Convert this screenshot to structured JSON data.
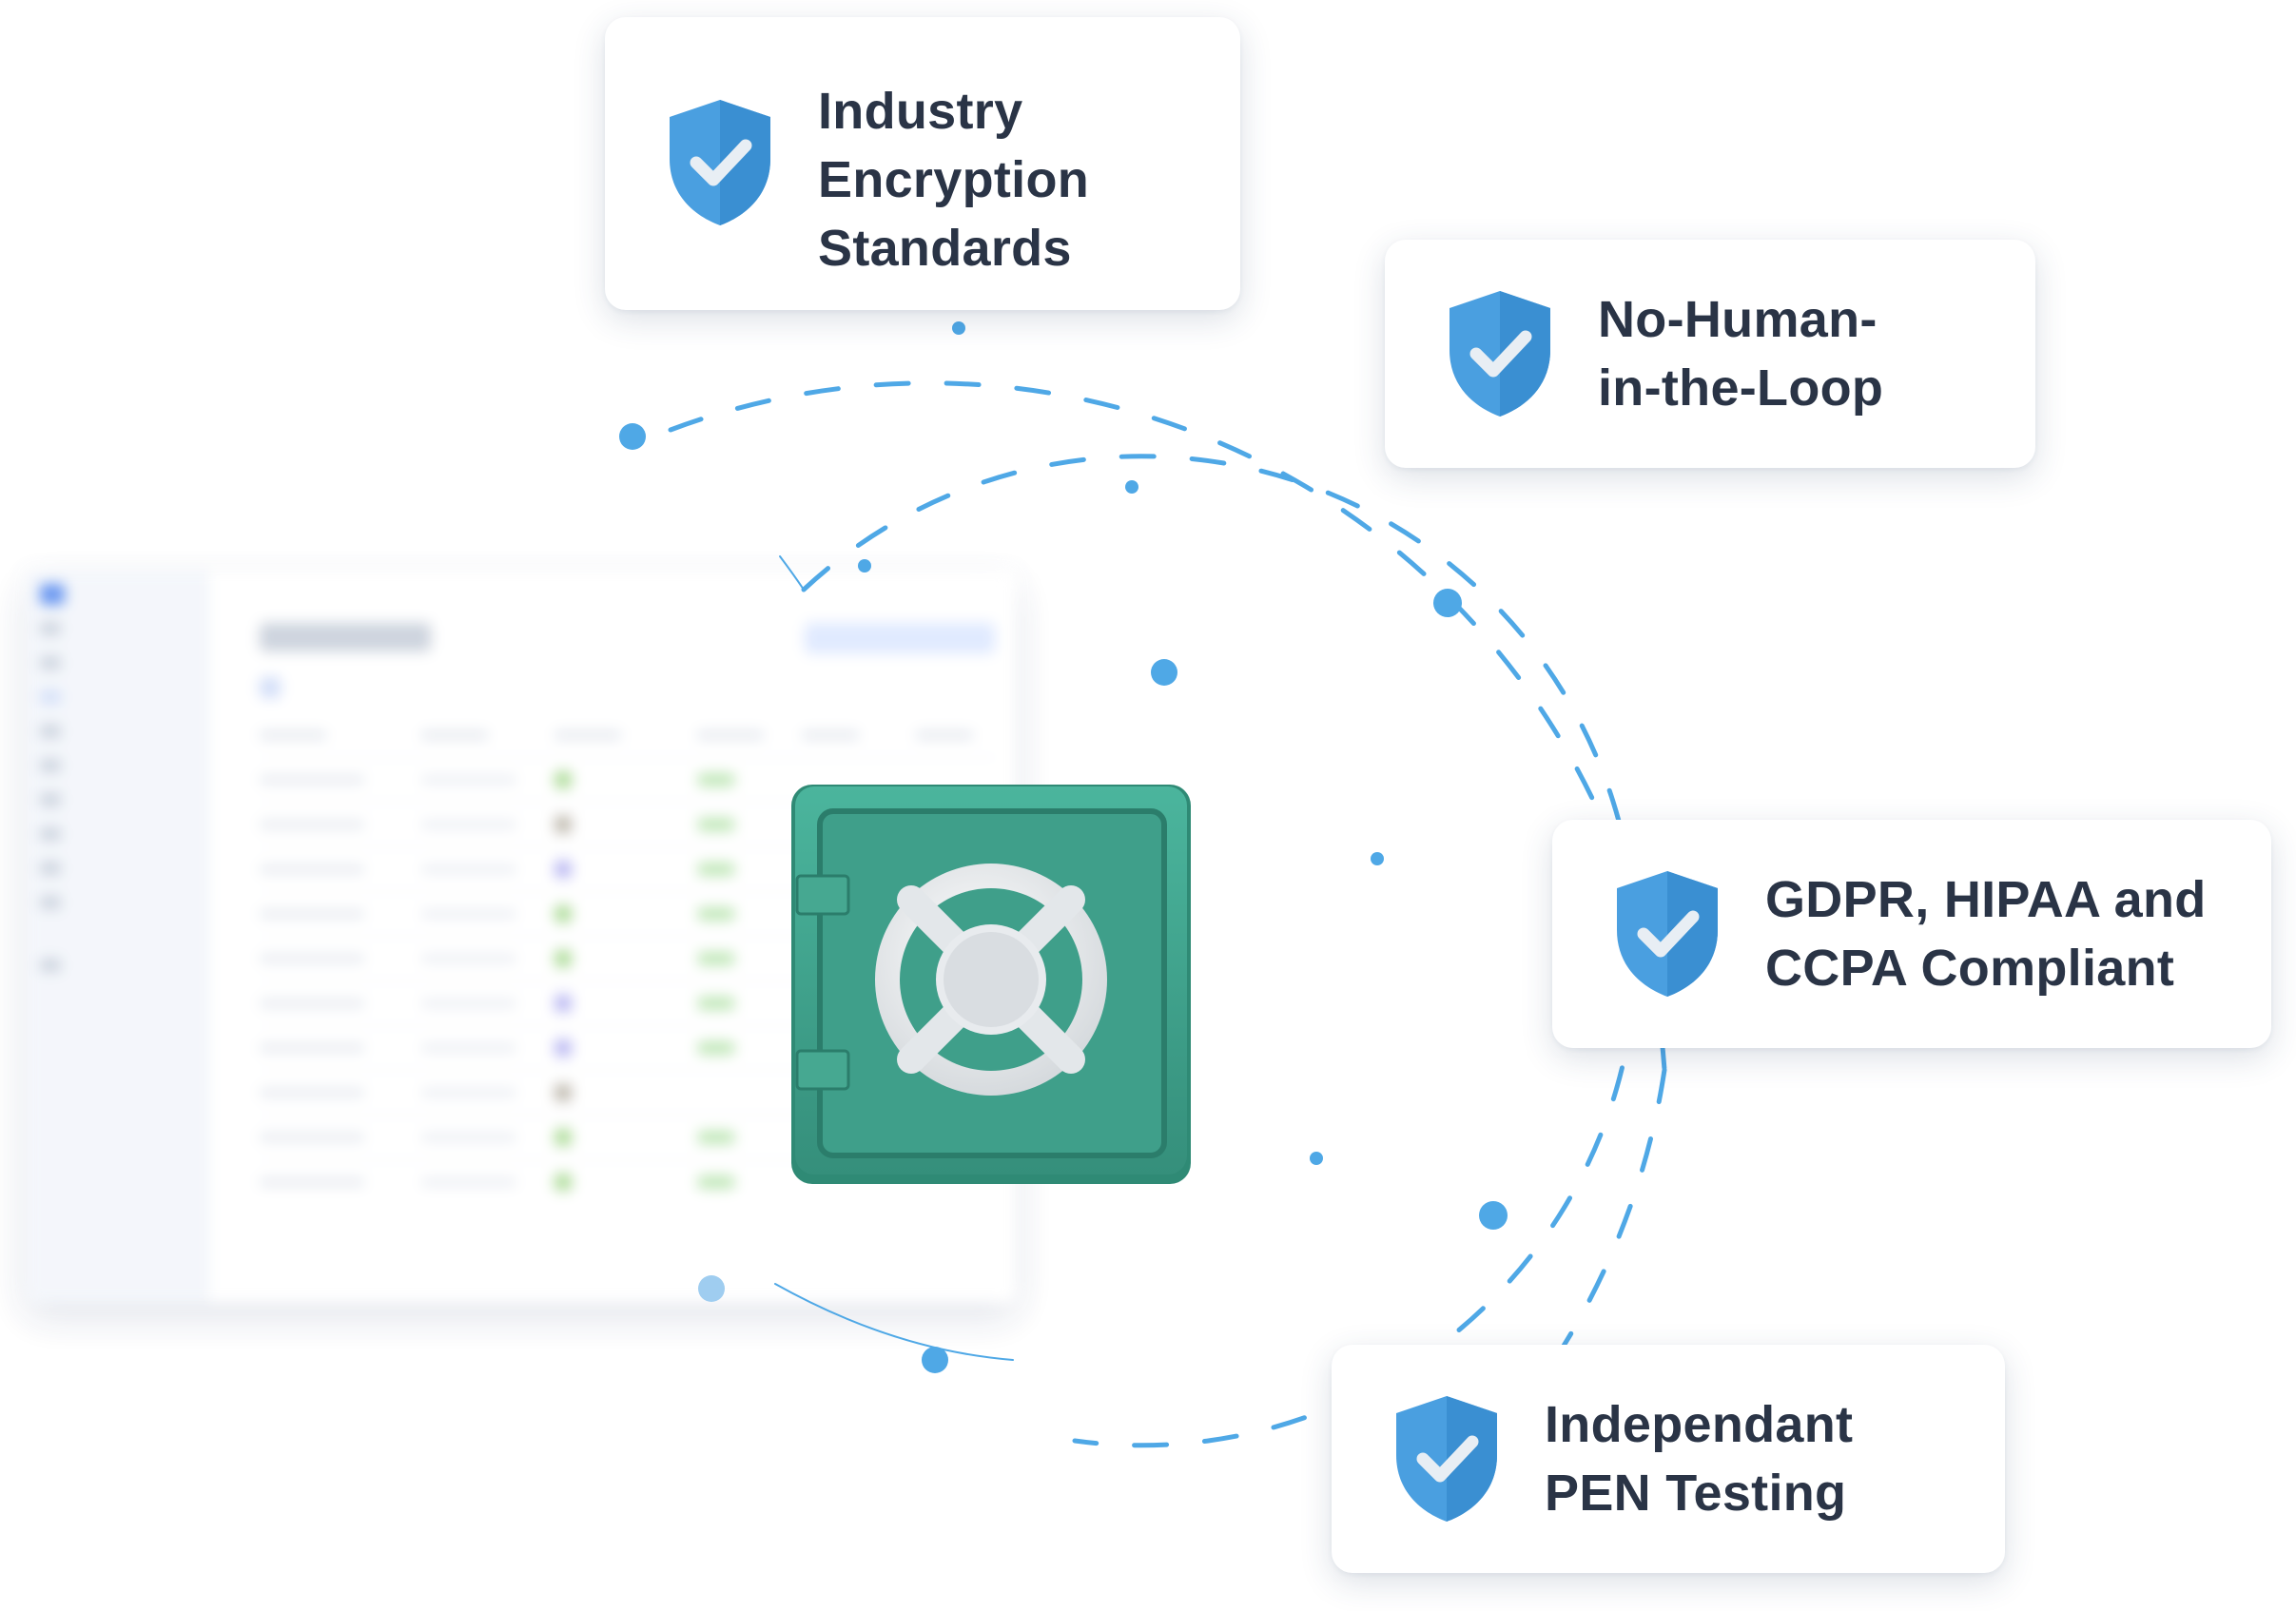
{
  "features": [
    {
      "label": "Industry\nEncryption\nStandards",
      "icon": "shield-check-icon"
    },
    {
      "label": "No-Human-\nin-the-Loop",
      "icon": "shield-check-icon"
    },
    {
      "label": "GDPR, HIPAA and\nCCPA Compliant",
      "icon": "shield-check-icon"
    },
    {
      "label": "Independant\nPEN Testing",
      "icon": "shield-check-icon"
    }
  ],
  "center_icon": "safe-vault-icon",
  "colors": {
    "shield": "#4a9fe0",
    "shield_dark": "#3a86c6",
    "check": "#e8eef4",
    "dashes": "#4fa8e6",
    "safe": "#3f9f8a",
    "safe_dark": "#2f8a75",
    "label": "#2a3446"
  }
}
